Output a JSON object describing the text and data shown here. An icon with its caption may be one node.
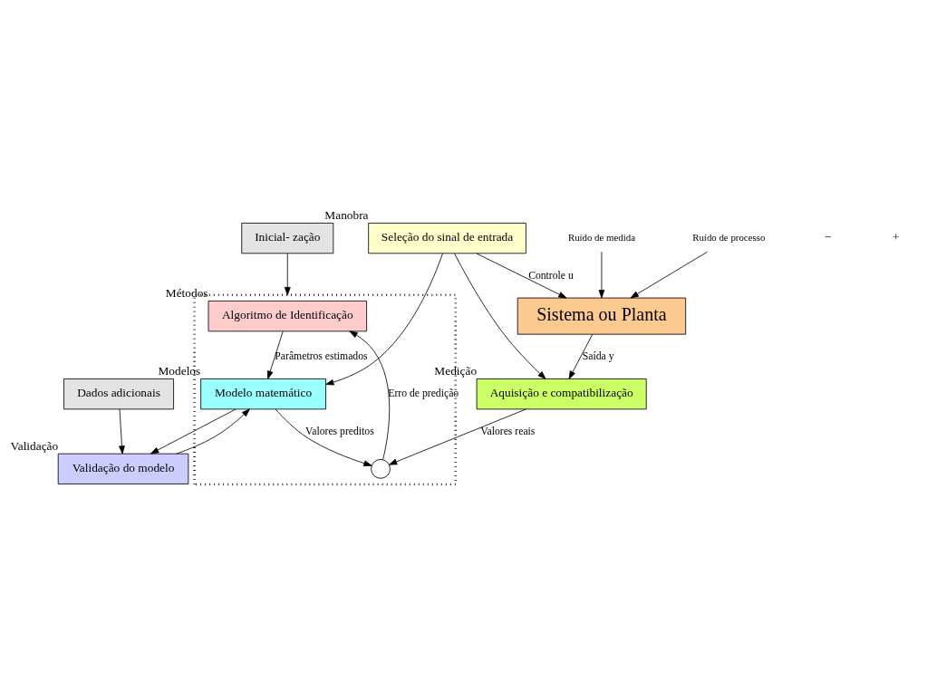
{
  "diagram": {
    "nodes": [
      {
        "text": [
          "Seleção do sinal de entrada"
        ],
        "beside": [
          "Manobra"
        ]
      },
      {
        "text": [
          "Sistema ou Planta"
        ]
      },
      {
        "text": [
          "Aquisição e compatibilização"
        ],
        "beside": [
          "Medição"
        ]
      },
      {
        "text": [],
        "shape": "box"
      },
      {
        "text": [
          "Algoritmo de Identificação"
        ],
        "beside": [
          "Métodos"
        ],
        "in": 3
      },
      {
        "text": [
          "Modelo matemático"
        ],
        "beside": [
          "Modelos"
        ],
        "in": 3
      },
      {
        "text": [],
        "shape": "circle",
        "in": 3
      },
      {
        "text": [
          "Inicial- zação"
        ]
      },
      {
        "text": [
          "Dados adicionais"
        ]
      },
      {
        "text": [
          "Validação do modelo"
        ],
        "beside": [
          "Validação"
        ]
      },
      {
        "text": [
          "Ruído de processo"
        ]
      },
      {
        "text": [
          "Ruído de medida"
        ]
      }
    ],
    "edges": [
      {
        "from": 10,
        "to": 1,
        "arrow": "to"
      },
      {
        "from": 11,
        "to": 1,
        "arrow": "to"
      },
      {
        "from": 0,
        "to": 1,
        "arrow": "to",
        "label": "Controle u"
      },
      {
        "from": 1,
        "to": 2,
        "arrow": "to",
        "label": "Saída y"
      },
      {
        "from": 0,
        "to": 2,
        "arrow": "to"
      },
      {
        "from": 0,
        "to": 5,
        "arrow": "to"
      },
      {
        "from": 2,
        "to": 6,
        "arrow": "to",
        "label": "Valores reais"
      },
      {
        "from": 6,
        "to": 4,
        "arrow": "to",
        "label": "Erro de predição"
      },
      {
        "from": 4,
        "to": 5,
        "arrow": "to",
        "label": "Parâmetros estimados"
      },
      {
        "from": 5,
        "to": 6,
        "arrow": "to",
        "label": "Valores preditos"
      },
      {
        "from": 7,
        "to": 3,
        "arrow": "to"
      },
      {
        "from": 5,
        "to": 9,
        "arrow": "to"
      },
      {
        "from": 9,
        "to": 5,
        "arrow": "to"
      },
      {
        "from": 8,
        "to": 9,
        "arrow": "to"
      }
    ],
    "labels": [
      "−",
      "+"
    ]
  }
}
